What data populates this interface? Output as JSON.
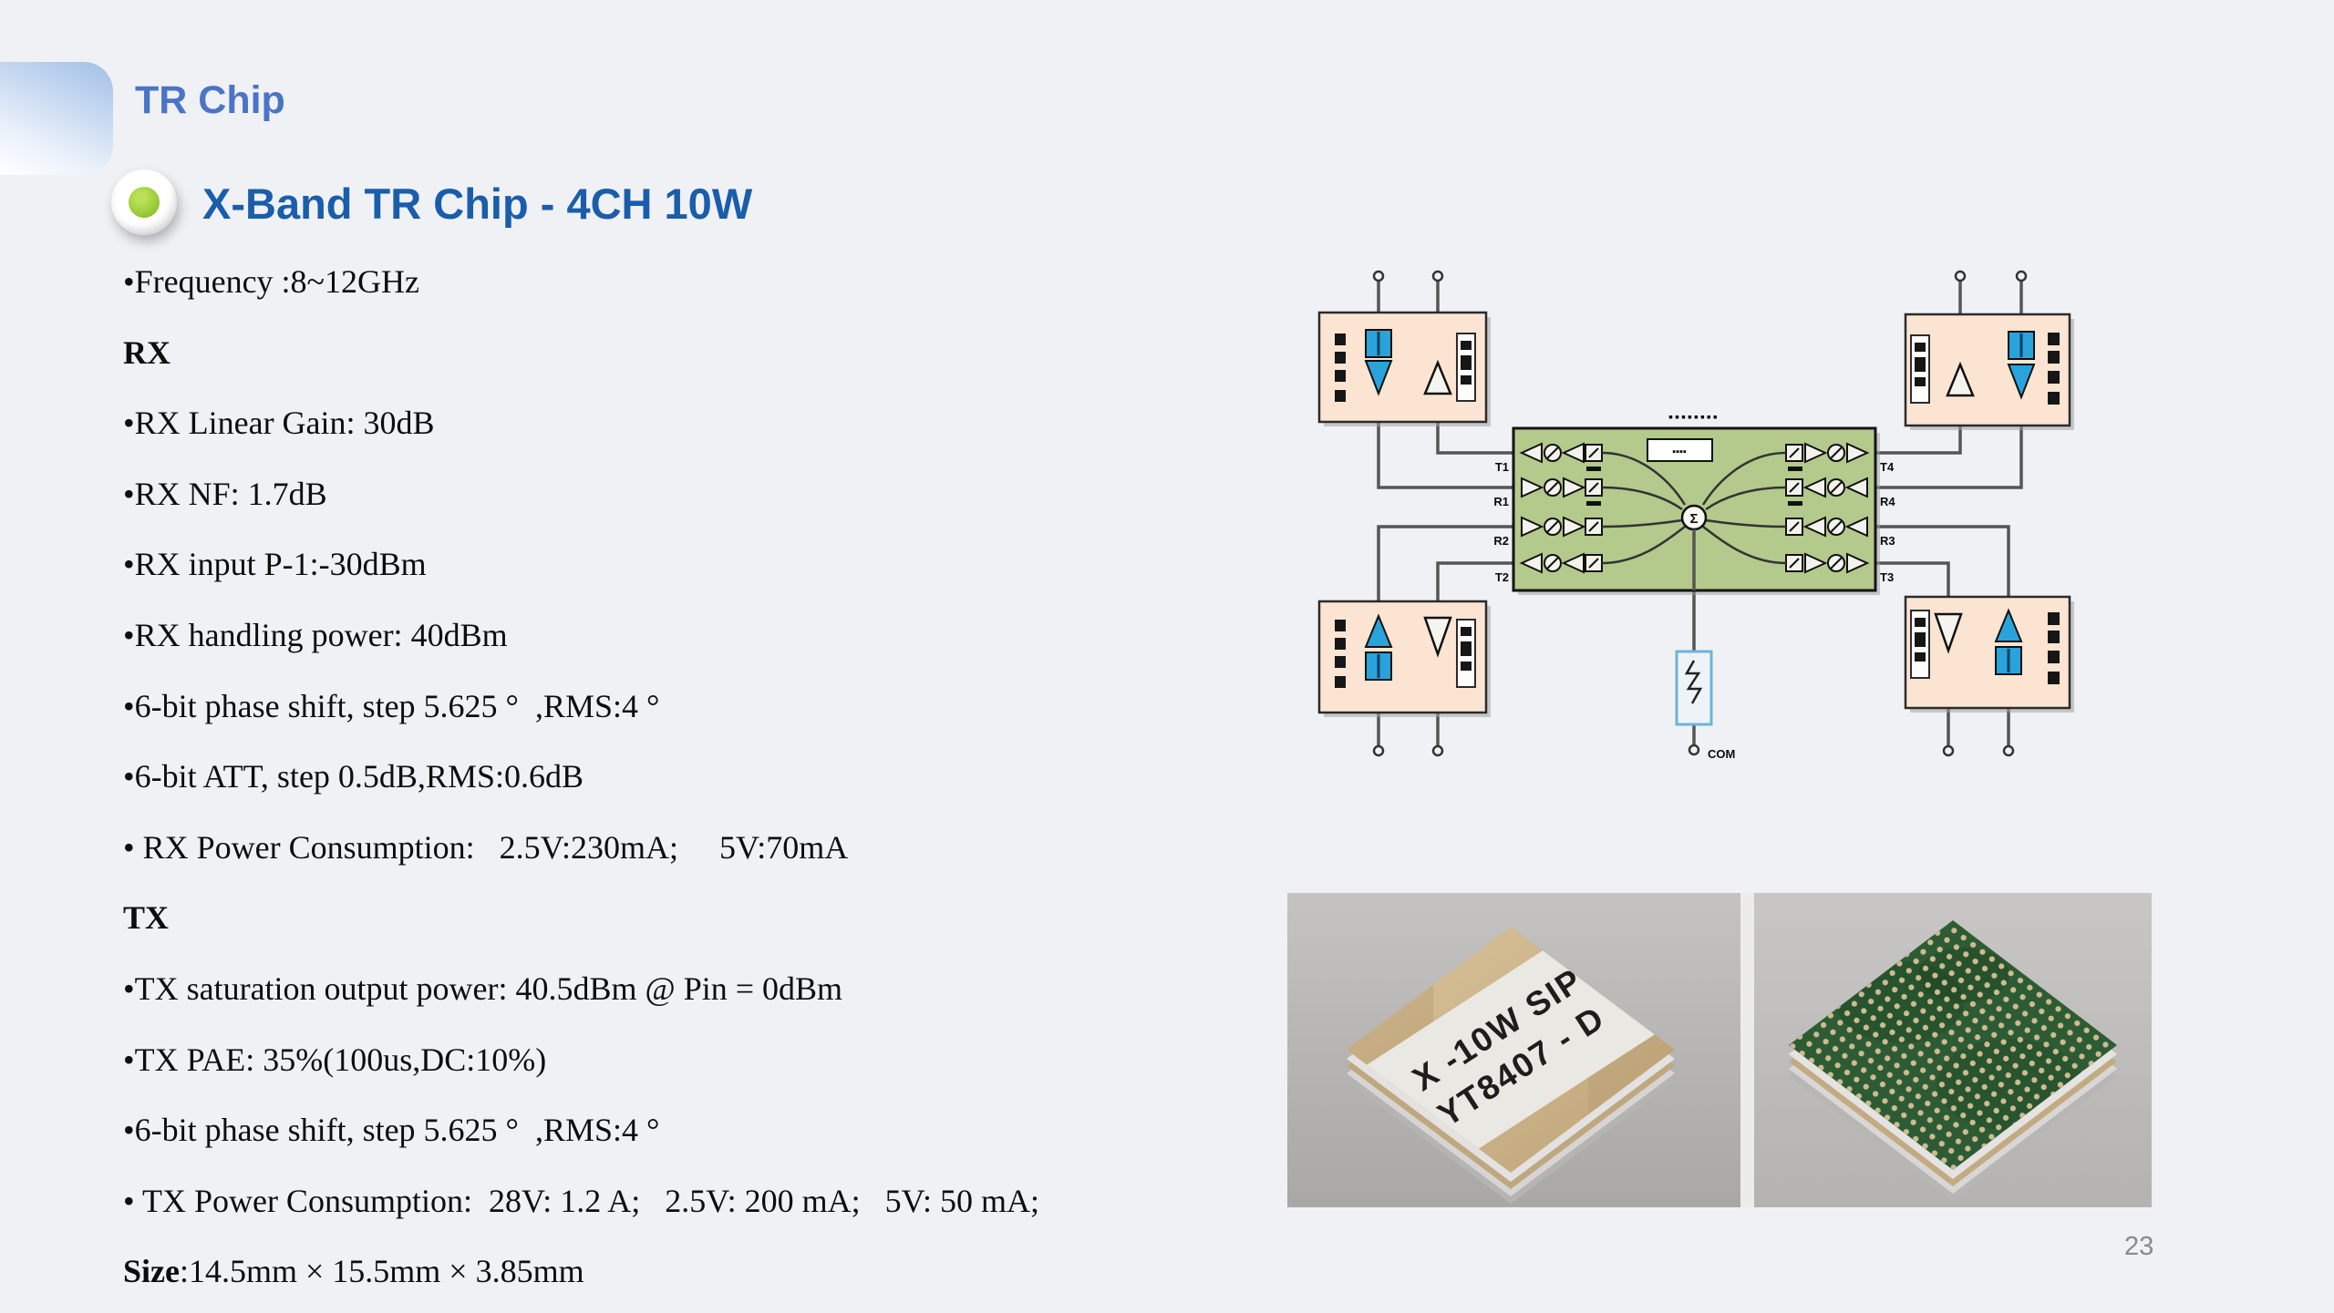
{
  "header": {
    "section_title": "TR Chip",
    "slide_title": "X-Band TR Chip - 4CH 10W"
  },
  "specs": {
    "lines": [
      {
        "prefix": "",
        "text": "•Frequency :8~12GHz"
      },
      {
        "prefix": "RX",
        "text": ""
      },
      {
        "prefix": "",
        "text": "•RX Linear Gain: 30dB"
      },
      {
        "prefix": "",
        "text": "•RX NF: 1.7dB"
      },
      {
        "prefix": "",
        "text": "•RX input P-1:-30dBm"
      },
      {
        "prefix": "",
        "text": "•RX handling power: 40dBm"
      },
      {
        "prefix": "",
        "text": "•6-bit phase shift, step 5.625 °  ,RMS:4 °"
      },
      {
        "prefix": "",
        "text": "•6-bit ATT, step 0.5dB,RMS:0.6dB"
      },
      {
        "prefix": "",
        "text": "• RX Power Consumption:   2.5V:230mA;     5V:70mA"
      },
      {
        "prefix": "TX",
        "text": ""
      },
      {
        "prefix": "",
        "text": "•TX saturation output power: 40.5dBm @ Pin = 0dBm"
      },
      {
        "prefix": "",
        "text": "•TX PAE: 35%(100us,DC:10%)"
      },
      {
        "prefix": "",
        "text": "•6-bit phase shift, step 5.625 °  ,RMS:4 °"
      },
      {
        "prefix": "",
        "text": "• TX Power Consumption:  28V: 1.2 A;   2.5V: 200 mA;   5V: 50 mA;"
      },
      {
        "prefix": "Size",
        "text": ":14.5mm × 15.5mm × 3.85mm"
      }
    ]
  },
  "diagram": {
    "center_block_title": "▪▪▪▪▪▪▪▪",
    "inner_box_label": "▪▪▪▪",
    "sum_symbol": "Σ",
    "left_ports": [
      "T1",
      "R1",
      "R2",
      "T2"
    ],
    "right_ports": [
      "T4",
      "R4",
      "R3",
      "T3"
    ],
    "bottom_port": "COM",
    "colors": {
      "core_block": "#b3ca8c",
      "front_end_module": "#fbe5d2",
      "blue_component": "#29a3dc"
    }
  },
  "photos": {
    "top_view_label_line1": "X -10W SIP",
    "top_view_label_line2": "YT8407 - D",
    "pcb_color": "#2d5c34"
  },
  "footer": {
    "page_number": "23"
  }
}
